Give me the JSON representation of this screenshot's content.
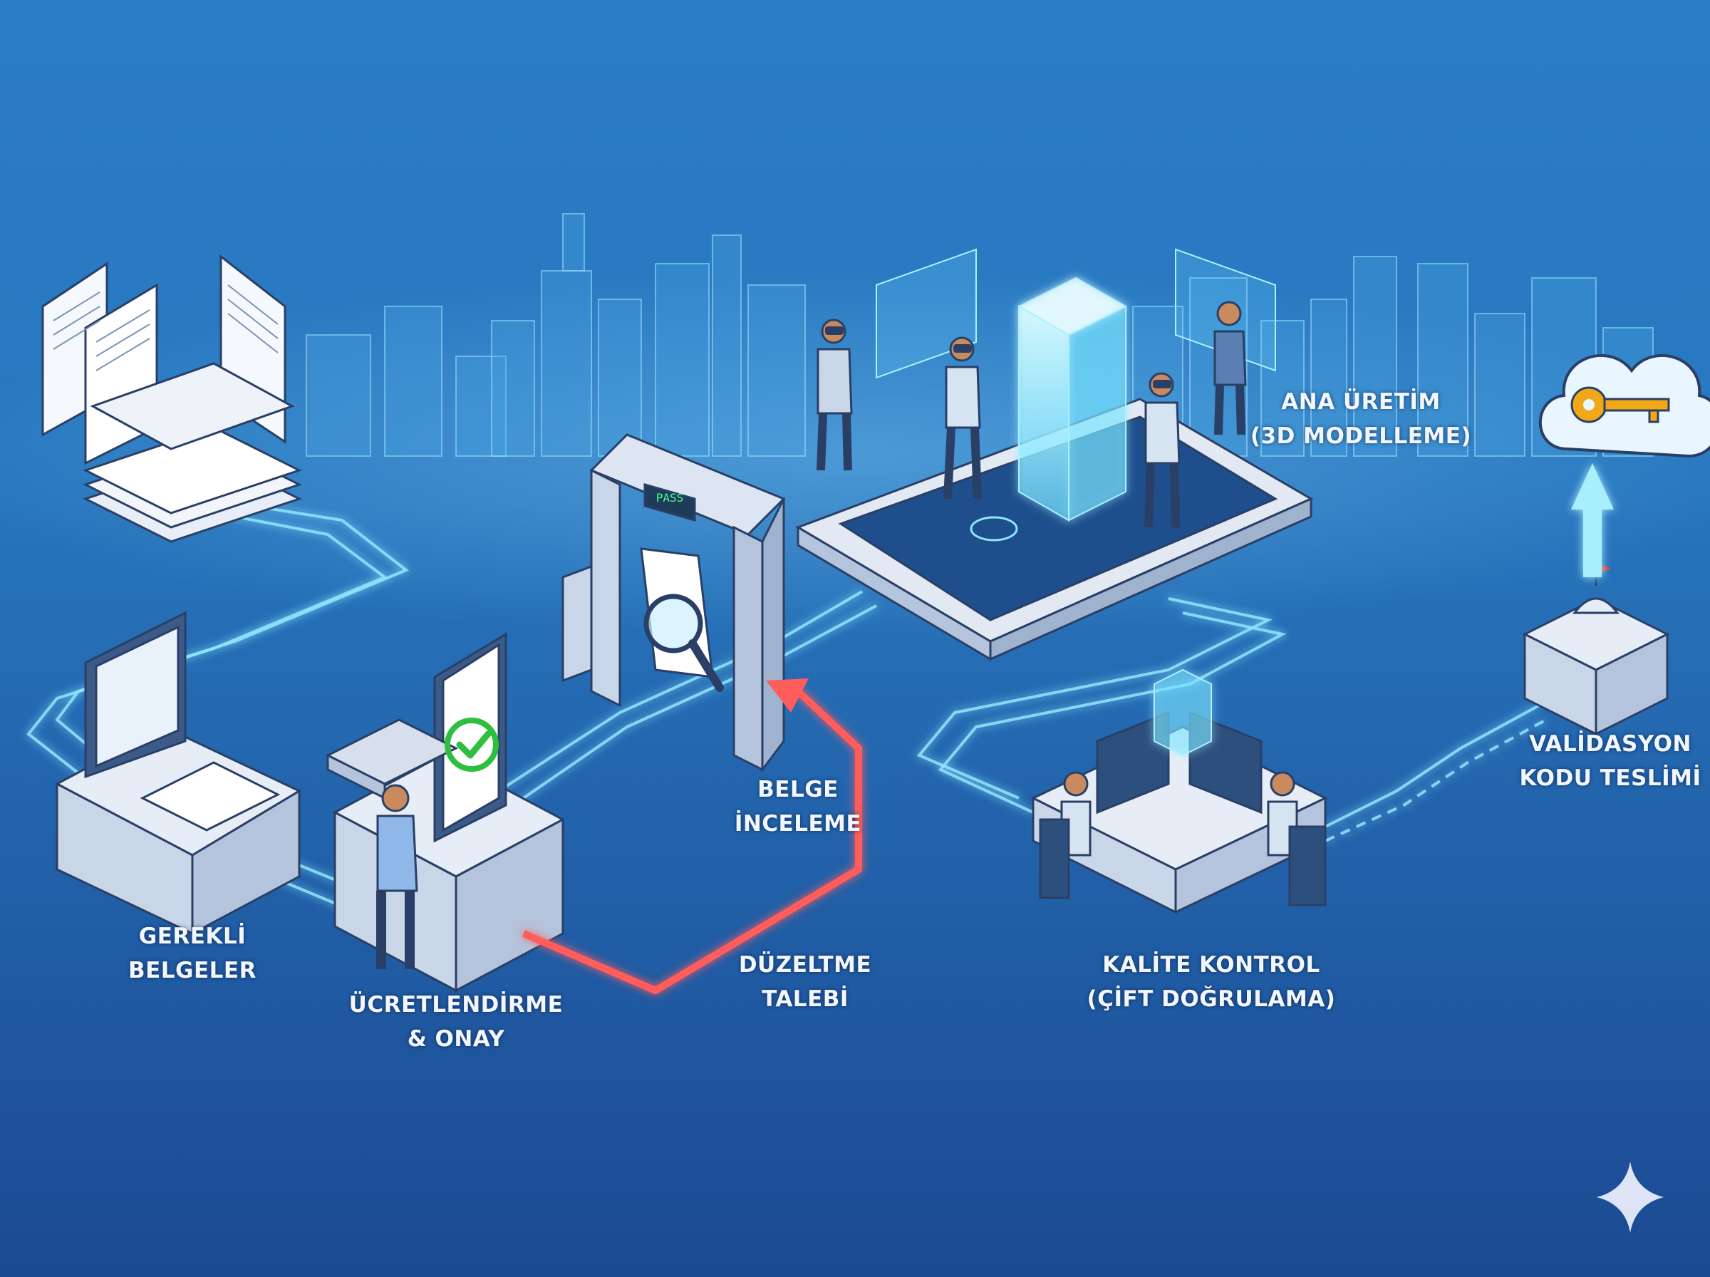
{
  "steps": {
    "gerekli_belgeler": {
      "line1": "GEREKLİ",
      "line2": "BELGELER"
    },
    "ucretlendirme": {
      "line1": "ÜCRETLENDİRME",
      "line2": "& ONAY"
    },
    "belge_inceleme": {
      "line1": "BELGE",
      "line2": "İNCELEME"
    },
    "duzeltme_talebi": {
      "line1": "DÜZELTME",
      "line2": "TALEBİ"
    },
    "ana_uretim": {
      "line1": "ANA ÜRETİM",
      "line2": "(3D MODELLEME)"
    },
    "kalite_kontrol": {
      "line1": "KALİTE KONTROL",
      "line2": "(ÇİFT DOĞRULAMA)"
    },
    "validasyon": {
      "line1": "VALİDASYON",
      "line2": "KODU TESLİMİ"
    }
  },
  "gate_display": "PASS",
  "icons": [
    "document-stack-icon",
    "printer-scanner-icon",
    "payment-desk-icon",
    "checkmark-icon",
    "calculator-icon",
    "inspection-gate-icon",
    "magnifier-icon",
    "3d-modeling-platform-icon",
    "building-hologram-icon",
    "vr-headset-icon",
    "quality-control-desk-icon",
    "government-building-icon",
    "cloud-key-icon",
    "upload-arrow-icon",
    "sparkle-icon"
  ],
  "colors": {
    "background_top": "#2f80c7",
    "background_bottom": "#1b4f96",
    "flow_line": "#8fe6ff",
    "revision_arrow": "#ff5c5c",
    "label_text": "#f2f7ff",
    "key": "#f0a818",
    "check": "#2fbf3f"
  }
}
